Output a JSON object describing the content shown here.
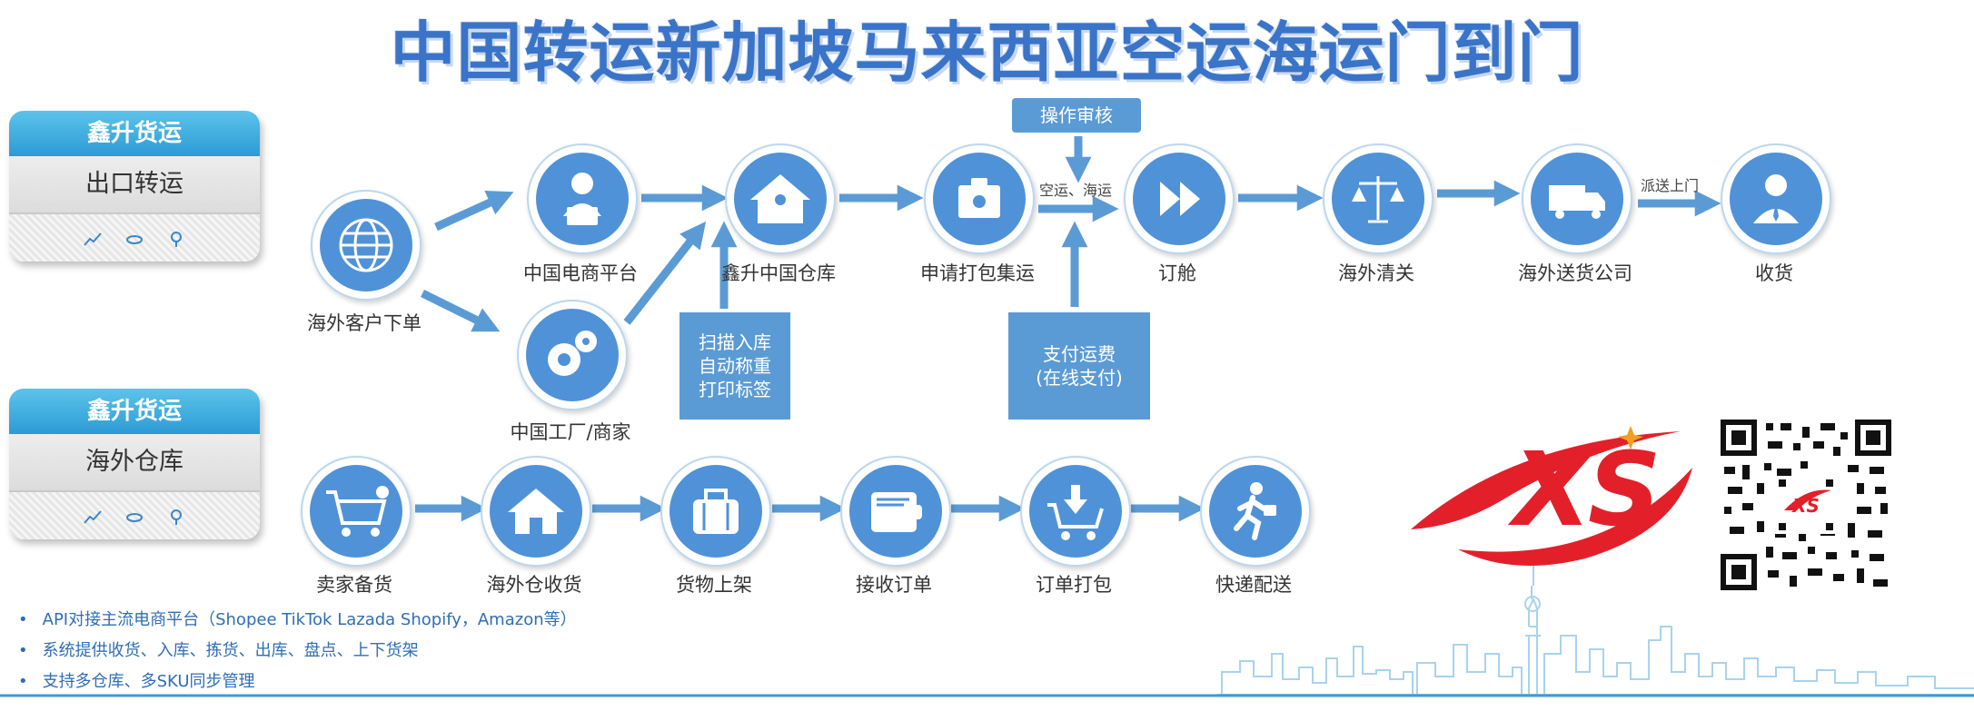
{
  "title": "中国转运新加坡马来西亚空运海运门到门",
  "colors": {
    "primary": "#4f92d8",
    "accent": "#2c9bd6",
    "logo_red": "#e3202a"
  },
  "cards": [
    {
      "header": "鑫升货运",
      "subtitle": "出口转运"
    },
    {
      "header": "鑫升货运",
      "subtitle": "海外仓库"
    }
  ],
  "export_flow": {
    "nodes": {
      "overseas_order": "海外客户下单",
      "cn_ecommerce": "中国电商平台",
      "cn_factory": "中国工厂/商家",
      "xs_warehouse": "鑫升中国仓库",
      "apply_pack": "申请打包集运",
      "booking": "订舱",
      "customs": "海外清关",
      "delivery_company": "海外送货公司",
      "receive": "收货"
    },
    "scan_box": [
      "扫描入库",
      "自动称重",
      "打印标签"
    ],
    "payment_box": [
      "支付运费",
      "(在线支付)"
    ],
    "review_tag": "操作审核",
    "air_sea_label": "空运、海运",
    "door_label": "派送上门"
  },
  "warehouse_flow": {
    "steps": [
      "卖家备货",
      "海外仓收货",
      "货物上架",
      "接收订单",
      "订单打包",
      "快递配送"
    ]
  },
  "bullets": [
    "API对接主流电商平台（Shopee TikTok Lazada Shopify，Amazon等）",
    "系统提供收货、入库、拣货、出库、盘点、上下货架",
    "支持多仓库、多SKU同步管理"
  ],
  "logo_text": "XS",
  "icons": [
    "globe-icon",
    "user-icon",
    "gear-icon",
    "house-icon",
    "package-icon",
    "fast-forward-icon",
    "scale-icon",
    "truck-icon",
    "person-icon",
    "cart-icon",
    "bag-icon",
    "wallet-icon",
    "download-cart-icon",
    "runner-icon",
    "qr-code"
  ]
}
